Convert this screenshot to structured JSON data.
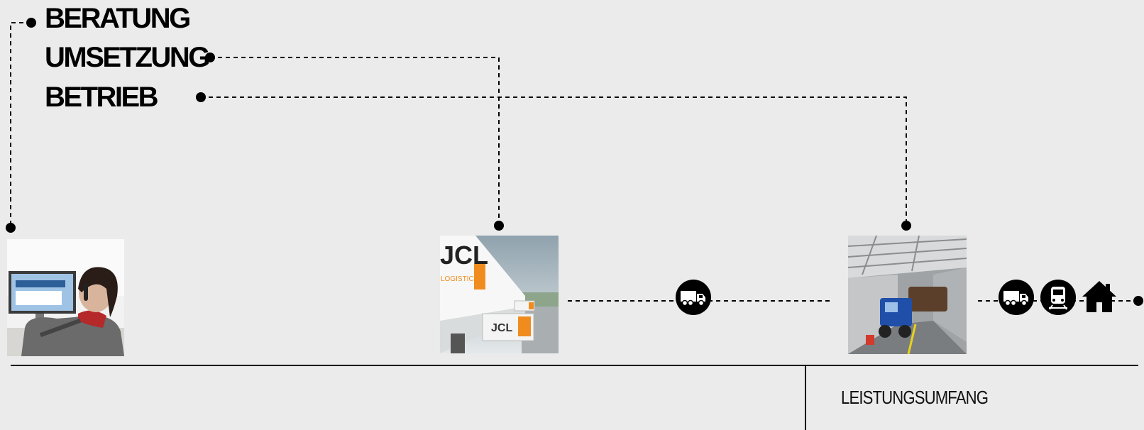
{
  "headings": {
    "beratung": "BERATUNG",
    "umsetzung": "UMSETZUNG",
    "betrieb": "BETRIEB"
  },
  "scope_label": "LEISTUNGSUMFANG",
  "photos": {
    "consulting": "Beratung – Mitarbeiterin am Telefon",
    "warehouse": "JCL Logistics Lagergebäude",
    "operation": "Rangierfahrzeug in Lagerhalle"
  },
  "photo_text": {
    "jcl_sign": "JCL",
    "logistics": "LOGISTICS"
  },
  "icons": [
    "truck-icon",
    "truck-icon",
    "train-icon",
    "house-icon"
  ],
  "colors": {
    "background": "#ebebeb",
    "line": "#000000",
    "accent_orange": "#f08c1e",
    "vehicle_blue": "#1f4fa8"
  }
}
